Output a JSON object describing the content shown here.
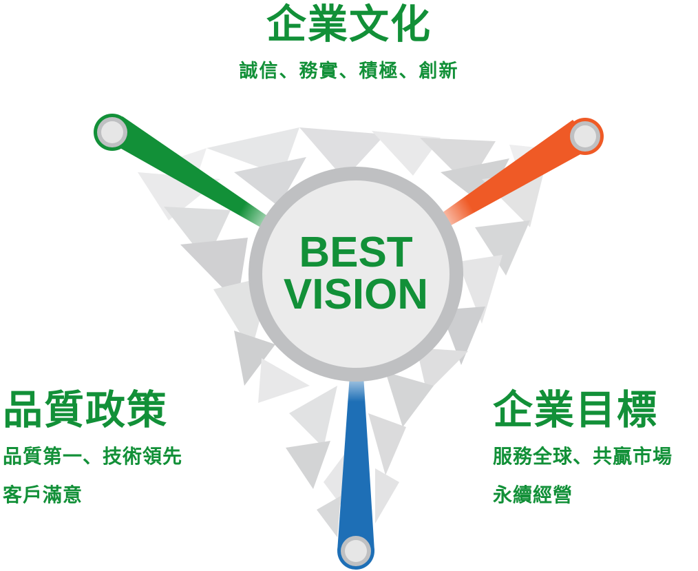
{
  "colors": {
    "green": "#129038",
    "orange": "#ef5a26",
    "blue": "#1e6fb6",
    "ring": "#bfc0c2",
    "hub_fill": "#ebebeb"
  },
  "hub": {
    "line1": "BEST",
    "line2": "VISION"
  },
  "culture": {
    "title": "企業文化",
    "description": "誠信、務實、積極、創新"
  },
  "quality": {
    "title": "品質政策",
    "description_line1": "品質第一、技術領先",
    "description_line2": "客戶滿意"
  },
  "goal": {
    "title": "企業目標",
    "description_line1": "服務全球、共贏市場",
    "description_line2": "永續經營"
  }
}
